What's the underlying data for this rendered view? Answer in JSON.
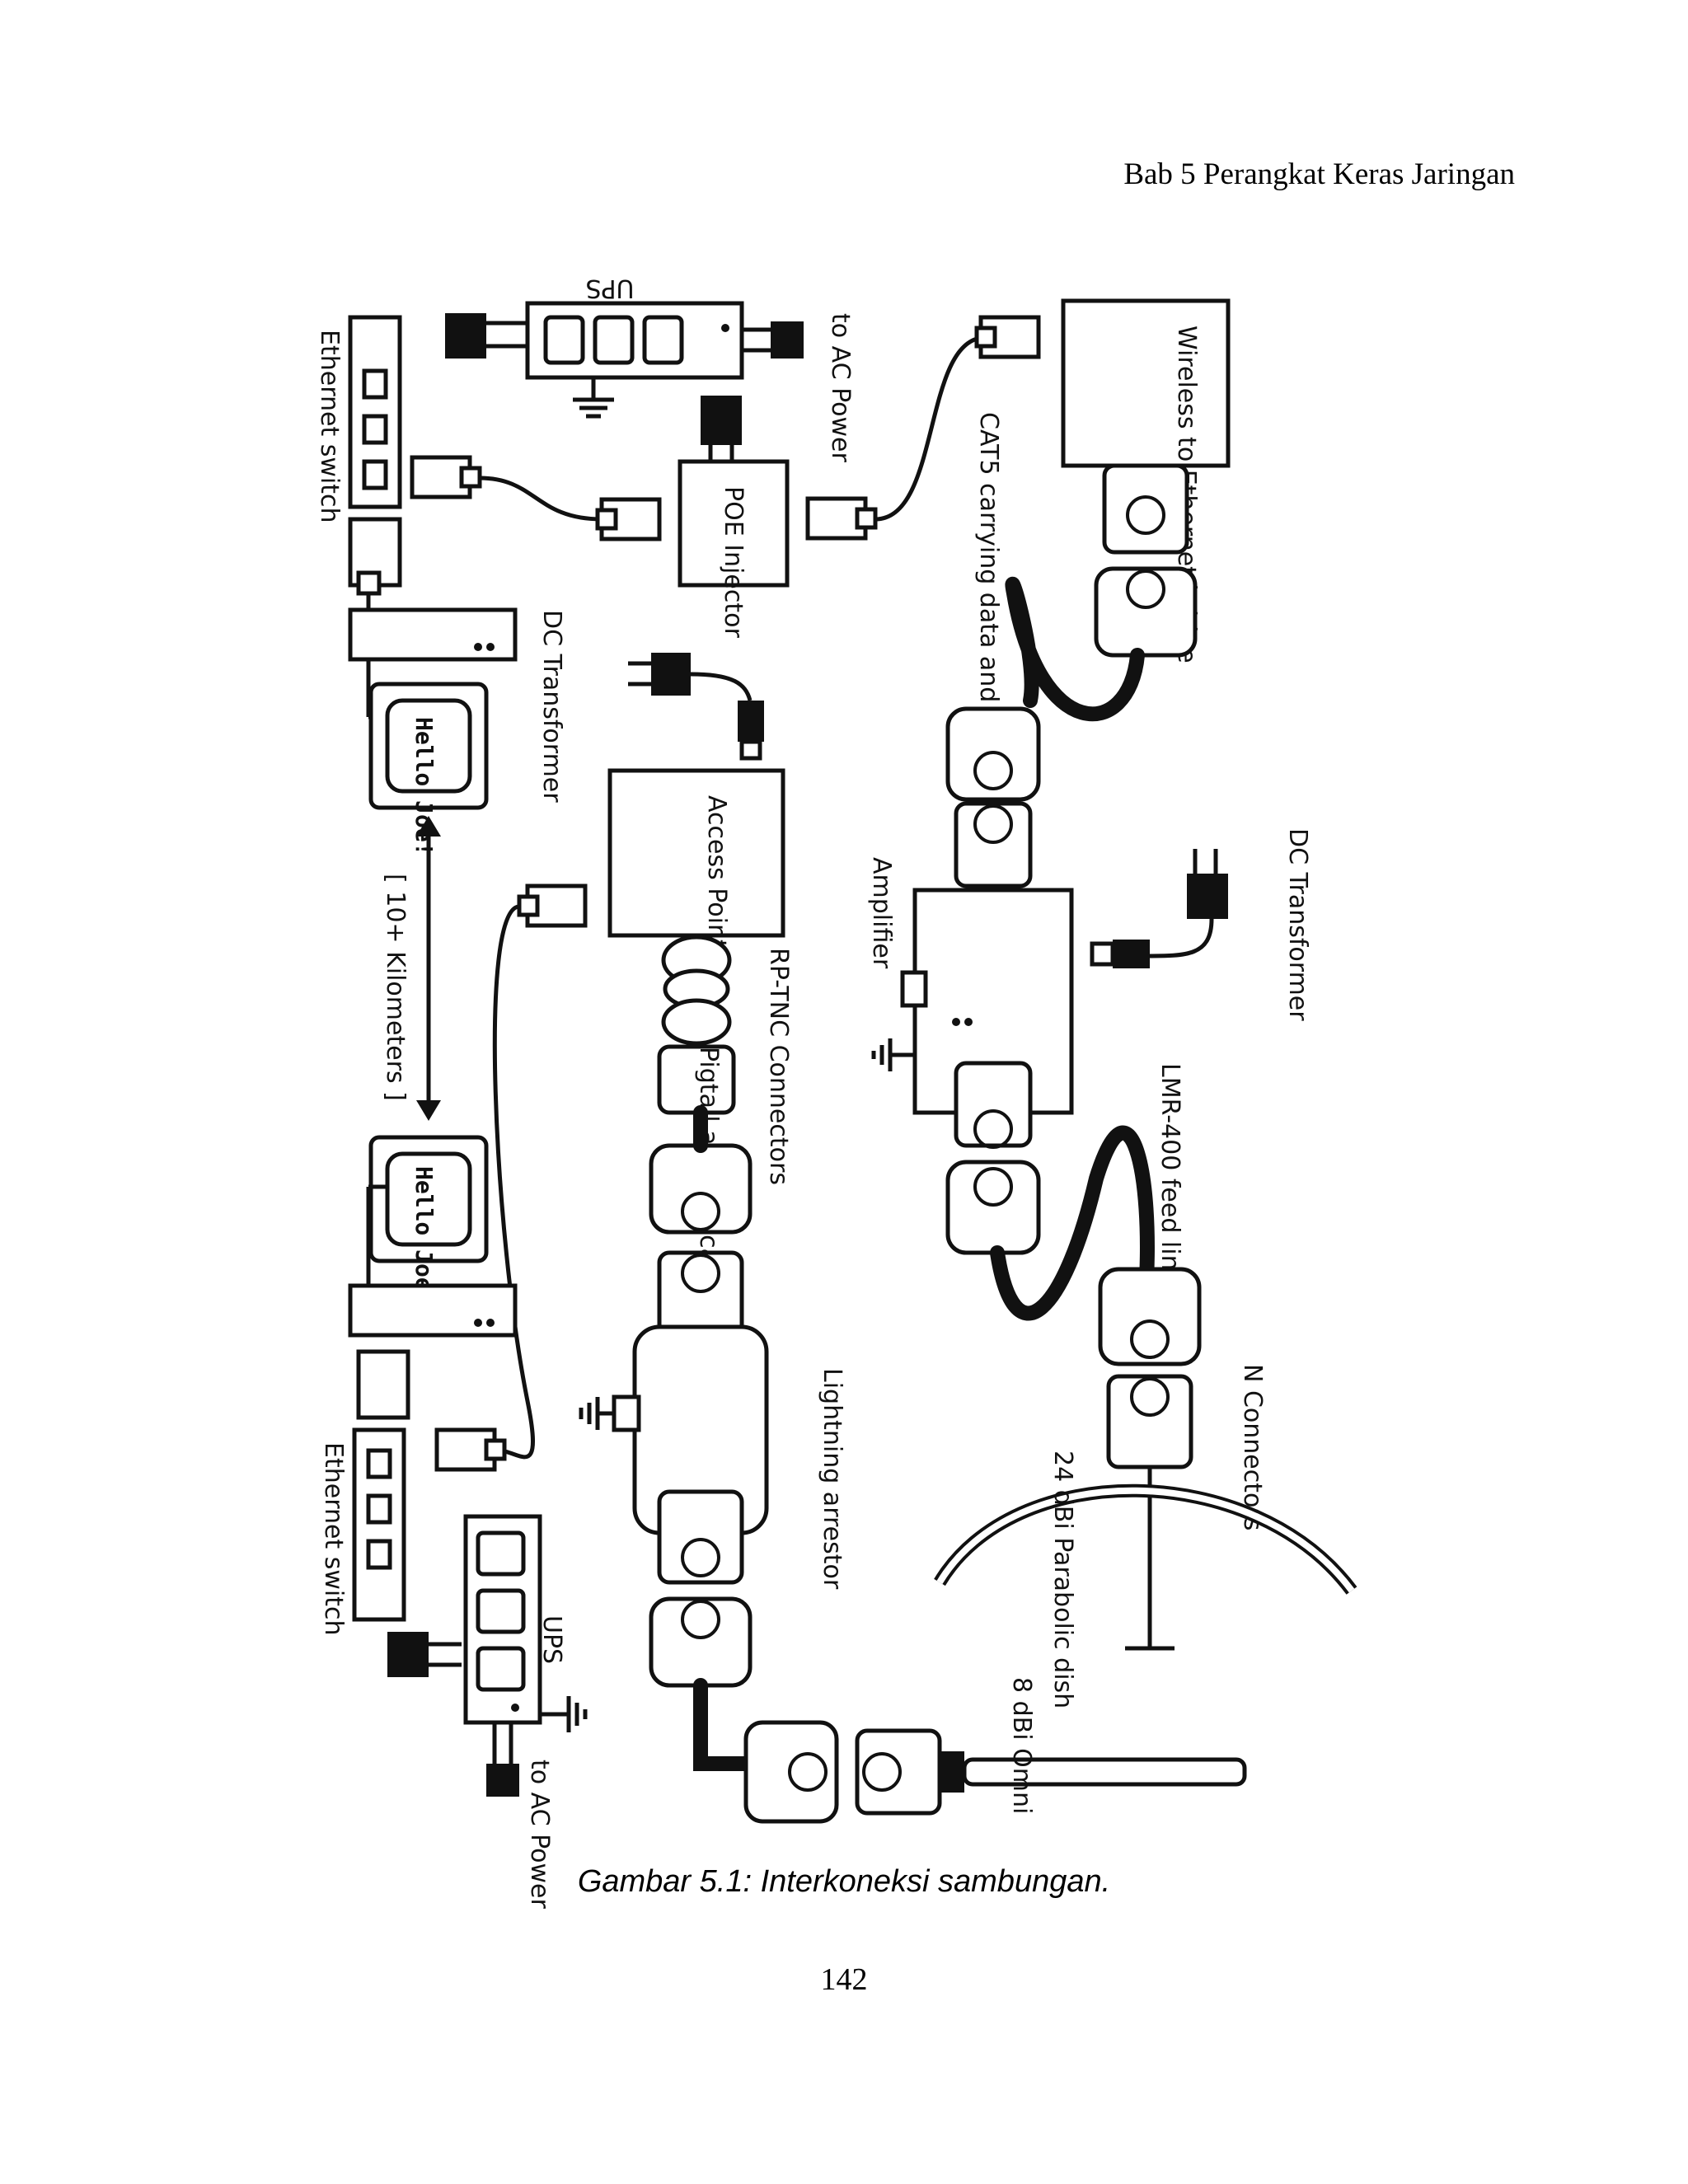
{
  "header": {
    "running_head": "Bab 5 Perangkat Keras Jaringan"
  },
  "diagram": {
    "labels": {
      "ups_top": "UPS",
      "ups_bottom": "UPS",
      "ethernet_switch_top": "Ethernet switch",
      "ethernet_switch_bottom": "Ethernet switch",
      "to_ac_power_top": "to AC Power",
      "to_ac_power_bottom": "to AC Power",
      "poe_injector": "POE Injector",
      "wireless_bridge": "Wireless to Ethernet bridge",
      "cat5": "CAT5 carrying data and DC power",
      "dc_transformer_left": "DC Transformer",
      "dc_transformer_right": "DC Transformer",
      "access_point": "Access Point",
      "rptnc": "RP-TNC Connectors",
      "pigtail": "Pigtail adapter cable",
      "amplifier": "Amplifier",
      "lmr400": "LMR-400 feed line",
      "n_connectors": "N Connectors",
      "lightning_arrestor": "Lightning arrestor",
      "parabolic_dish": "24 dBi Parabolic dish",
      "omni": "8 dBi Omni",
      "distance": "[ 10+ Kilometers ]",
      "screen_top": "Hello Joe!",
      "screen_bottom": "Hello Joe!"
    }
  },
  "figure": {
    "caption": "Gambar 5.1: Interkoneksi sambungan."
  },
  "footer": {
    "page_number": "142"
  }
}
